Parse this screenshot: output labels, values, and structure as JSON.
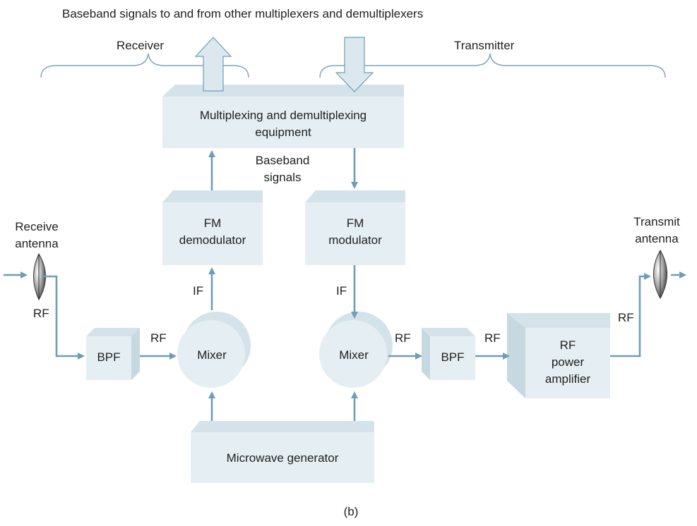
{
  "header": {
    "title": "Baseband signals to and from other multiplexers and demultiplexers",
    "receiver": "Receiver",
    "transmitter": "Transmitter"
  },
  "blocks": {
    "mux_line1": "Multiplexing and demultiplexing",
    "mux_line2": "equipment",
    "demod_line1": "FM",
    "demod_line2": "demodulator",
    "mod_line1": "FM",
    "mod_line2": "modulator",
    "mixer_left": "Mixer",
    "mixer_right": "Mixer",
    "bpf_left": "BPF",
    "bpf_right": "BPF",
    "amp_line1": "RF",
    "amp_line2": "power",
    "amp_line3": "amplifier",
    "microwave": "Microwave generator"
  },
  "labels": {
    "baseband_line1": "Baseband",
    "baseband_line2": "signals",
    "receive_antenna_line1": "Receive",
    "receive_antenna_line2": "antenna",
    "transmit_antenna_line1": "Transmit",
    "transmit_antenna_line2": "antenna",
    "rf_receive": "RF",
    "rf_bpf_mixer_left": "RF",
    "if_left": "IF",
    "if_right": "IF",
    "rf_mixer_bpf_right": "RF",
    "rf_bpf_amp": "RF",
    "rf_transmit": "RF"
  },
  "caption": "(b)",
  "colors": {
    "arrow": "#6f9db5",
    "block_front": "#e5eff3",
    "block_top": "#d4e3ea",
    "block_side": "#c6d9e1"
  }
}
